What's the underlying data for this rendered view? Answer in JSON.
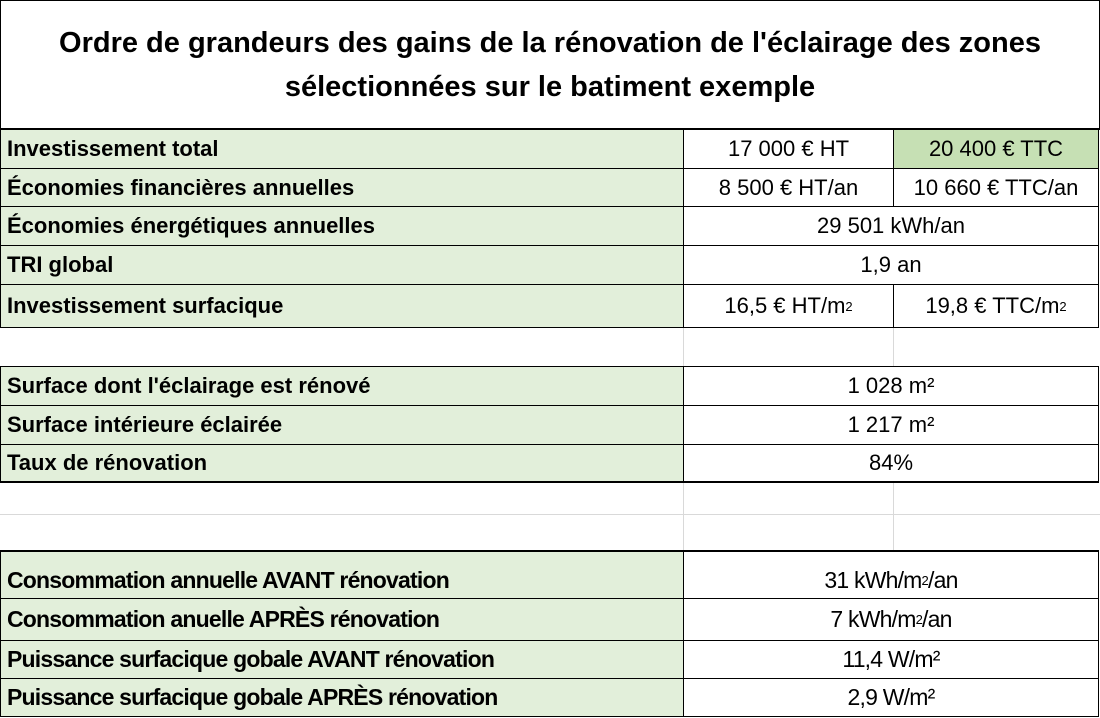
{
  "title": "Ordre de grandeurs des gains de la rénovation de l'éclairage des zones sélectionnées sur le batiment exemple",
  "section1": [
    {
      "label": "Investissement total",
      "ht": "17 000 € HT",
      "ttc": "20 400 € TTC"
    },
    {
      "label": "Économies financières annuelles",
      "ht": "8 500 € HT/an",
      "ttc": "10 660 € TTC/an"
    },
    {
      "label": "Économies énergétiques annuelles",
      "value": "29 501 kWh/an"
    },
    {
      "label": "TRI global",
      "value": "1,9 an"
    },
    {
      "label": "Investissement surfacique",
      "ht": "16,5 € HT/m",
      "ht_sup": "2",
      "ttc": "19,8 € TTC/m",
      "ttc_sup": "2"
    }
  ],
  "section2": [
    {
      "label": "Surface dont l'éclairage est rénové",
      "value": "1 028 m²"
    },
    {
      "label": "Surface intérieure éclairée",
      "value": "1 217 m²"
    },
    {
      "label": "Taux de rénovation",
      "value": "84%"
    }
  ],
  "section3": [
    {
      "label": "Consommation annuelle AVANT rénovation",
      "pre": "31 kWh/m",
      "sup": "2",
      "post": "/an"
    },
    {
      "label": "Consommation anuelle APRÈS rénovation",
      "pre": "7 kWh/m",
      "sup": "2",
      "post": "/an"
    },
    {
      "label": "Puissance surfacique gobale AVANT rénovation",
      "value": "11,4 W/m²"
    },
    {
      "label": "Puissance surfacique gobale APRÈS rénovation",
      "value": "2,9 W/m²"
    }
  ]
}
